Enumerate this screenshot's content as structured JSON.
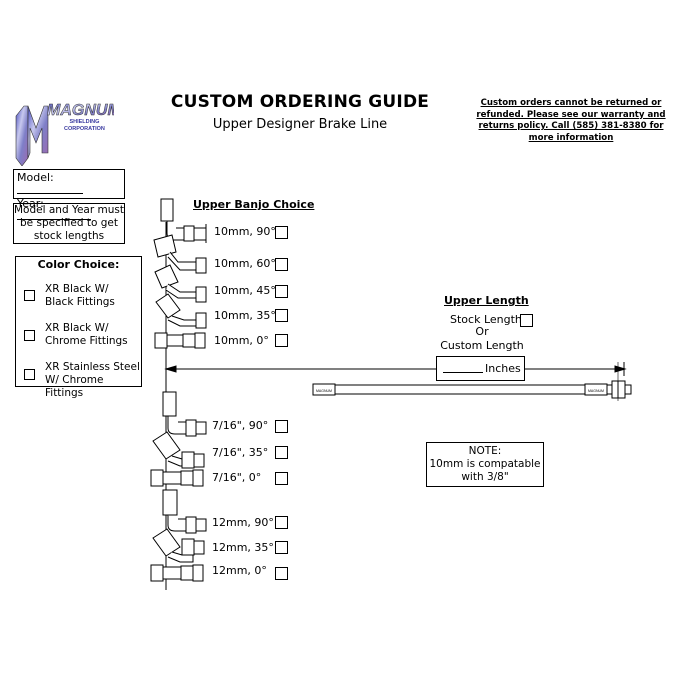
{
  "header": {
    "logo_text": "MAGNUM",
    "logo_subtext_1": "SHIELDING",
    "logo_subtext_2": "CORPORATION",
    "title": "CUSTOM ORDERING GUIDE",
    "subtitle": "Upper Designer Brake Line",
    "notice": "Custom orders cannot be returned or refunded. Please see our warranty and returns policy. Call (585) 381-8380 for more information"
  },
  "vehicle": {
    "model_label": "Model:",
    "year_label": "Year:",
    "spec_note": "Model and Year must be specified to get stock lengths"
  },
  "color_choice": {
    "title": "Color Choice:",
    "options": [
      {
        "line1": "XR Black W/",
        "line2": "Black Fittings",
        "checked": false
      },
      {
        "line1": "XR Black W/",
        "line2": "Chrome Fittings",
        "checked": false
      },
      {
        "line1": "XR Stainless Steel",
        "line2": "W/ Chrome Fittings",
        "checked": false
      }
    ]
  },
  "upper_banjo": {
    "title": "Upper Banjo Choice",
    "options": [
      {
        "label": "10mm, 90°",
        "checked": false
      },
      {
        "label": "10mm, 60°",
        "checked": false
      },
      {
        "label": "10mm, 45°",
        "checked": false
      },
      {
        "label": "10mm, 35°",
        "checked": false
      },
      {
        "label": "10mm, 0°",
        "checked": false
      }
    ]
  },
  "other_banjo": {
    "options": [
      {
        "label": "7/16\", 90°",
        "checked": false
      },
      {
        "label": "7/16\", 35°",
        "checked": false
      },
      {
        "label": "7/16\", 0°",
        "checked": false
      },
      {
        "label": "12mm, 90°",
        "checked": false
      },
      {
        "label": "12mm, 35°",
        "checked": false
      },
      {
        "label": "12mm, 0°",
        "checked": false
      }
    ]
  },
  "upper_length": {
    "title": "Upper Length",
    "stock_label": "Stock Length",
    "or_label": "Or",
    "custom_label": "Custom Length",
    "inches_label": "Inches",
    "inches_value": "",
    "stock_checked": false
  },
  "note": {
    "line1": "NOTE:",
    "line2": "10mm is compatable",
    "line3": "with 3/8\""
  },
  "hose_brand_marks": [
    "MAGNUM",
    "MAGNUM"
  ]
}
